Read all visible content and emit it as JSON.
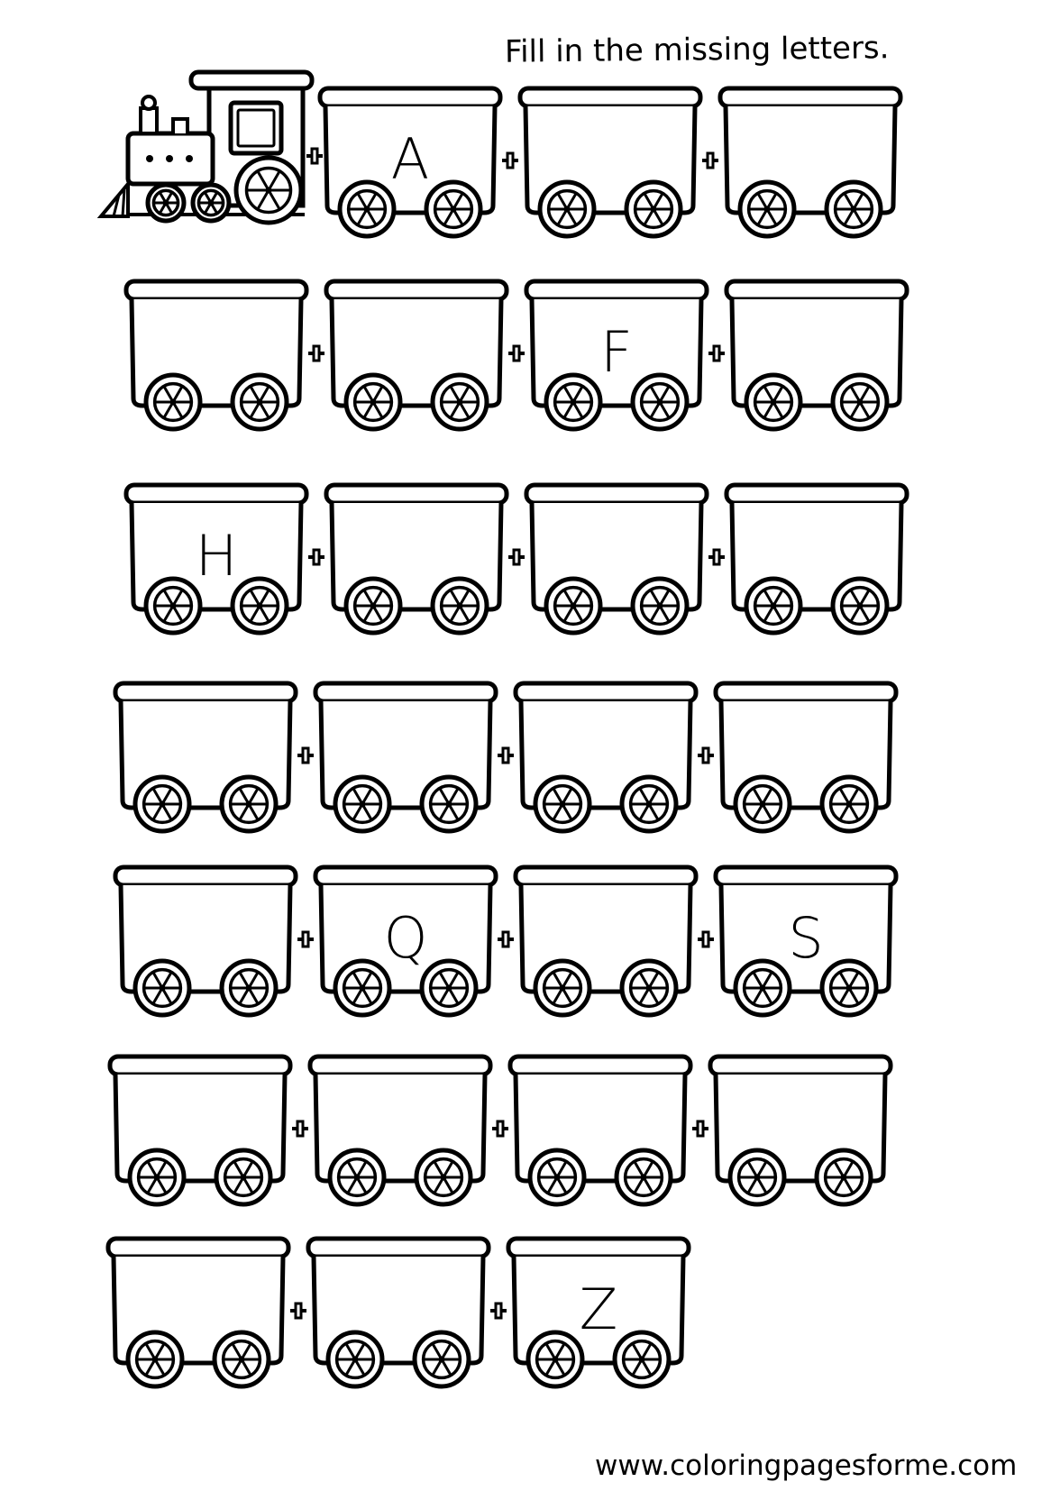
{
  "worksheet": {
    "instruction": "Fill in the missing letters.",
    "footer": "www.coloringpagesforme.com",
    "ink_color": "#000000",
    "paper_color": "#ffffff"
  },
  "rows": [
    {
      "has_locomotive": true,
      "cars": [
        "A",
        "",
        ""
      ]
    },
    {
      "has_locomotive": false,
      "cars": [
        "",
        "",
        "F",
        ""
      ]
    },
    {
      "has_locomotive": false,
      "cars": [
        "H",
        "",
        "",
        ""
      ]
    },
    {
      "has_locomotive": false,
      "cars": [
        "",
        "",
        "",
        ""
      ]
    },
    {
      "has_locomotive": false,
      "cars": [
        "",
        "Q",
        "",
        "S"
      ]
    },
    {
      "has_locomotive": false,
      "cars": [
        "",
        "",
        "",
        ""
      ]
    },
    {
      "has_locomotive": false,
      "cars": [
        "",
        "",
        "Z"
      ]
    }
  ]
}
